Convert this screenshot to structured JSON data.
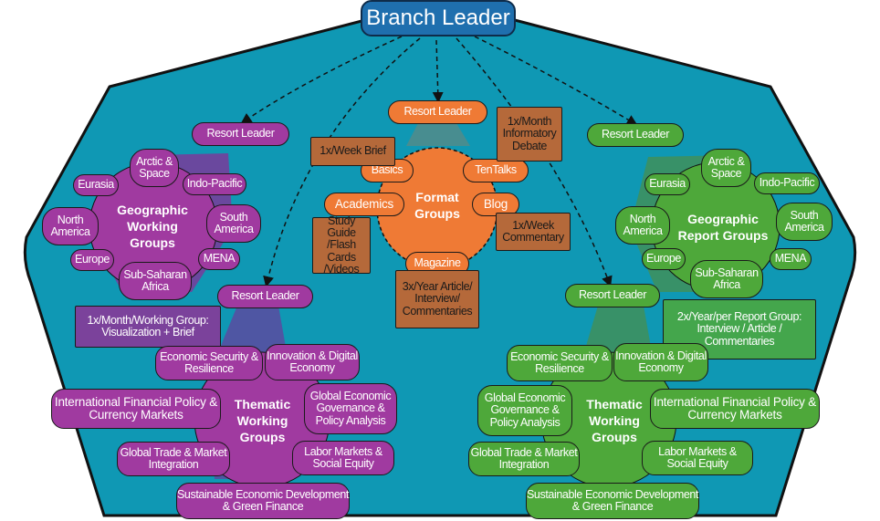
{
  "colors": {
    "background": "#0f98b4",
    "purple": "#a03aa0",
    "green": "#4ea83a",
    "orange": "#ef7a35",
    "brown": "#b5693a",
    "leader": "#1f6fae"
  },
  "diagram": {
    "root": "Branch Leader",
    "left_geo": {
      "leader": "Resort Leader",
      "hub": "Geographic Working Groups",
      "regions": {
        "arctic": "Arctic & Space",
        "eurasia": "Eurasia",
        "indo": "Indo-Pacific",
        "north": "North America",
        "south": "South America",
        "europe": "Europe",
        "mena": "MENA",
        "subsaharan": "Sub-Saharan Africa"
      },
      "note": "1x/Month/Working Group: Visualization + Brief"
    },
    "left_thematic": {
      "leader": "Resort Leader",
      "hub": "Thematic Working Groups",
      "topics": {
        "econsec": "Economic Security & Resilience",
        "innov": "Innovation & Digital Economy",
        "intlfin": "International Financial Policy & Currency Markets",
        "govern": "Global Economic Governance & Policy Analysis",
        "trade": "Global Trade & Market Integration",
        "labor": "Labor Markets & Social Equity",
        "sustain": "Sustainable Economic Development & Green Finance"
      }
    },
    "format": {
      "leader": "Resort Leader",
      "hub": "Format Groups",
      "items": {
        "basics": "Basics",
        "tentalks": "TenTalks",
        "academics": "Academics",
        "blog": "Blog",
        "magazine": "Magazine"
      },
      "notes": {
        "basics": "1x/Week Brief",
        "tentalks": "1x/Month Informatory Debate",
        "academics": "Study Guide /Flash Cards /Videos",
        "blog": "1x/Week Commentary",
        "magazine": "3x/Year Article/ Interview/ Commentaries"
      }
    },
    "right_geo": {
      "leader": "Resort Leader",
      "hub": "Geographic Report Groups",
      "regions": {
        "arctic": "Arctic & Space",
        "eurasia": "Eurasia",
        "indo": "Indo-Pacific",
        "north": "North America",
        "south": "South America",
        "europe": "Europe",
        "mena": "MENA",
        "subsaharan": "Sub-Saharan Africa"
      },
      "note": "2x/Year/per Report Group: Interview / Article / Commentaries"
    },
    "right_thematic": {
      "leader": "Resort Leader",
      "hub": "Thematic Working Groups",
      "topics": {
        "econsec": "Economic Security & Resilience",
        "innov": "Innovation & Digital Economy",
        "intlfin": "International Financial Policy & Currency Markets",
        "govern": "Global Economic Governance & Policy Analysis",
        "trade": "Global Trade & Market Integration",
        "labor": "Labor Markets & Social Equity",
        "sustain": "Sustainable Economic Development & Green Finance"
      }
    }
  }
}
